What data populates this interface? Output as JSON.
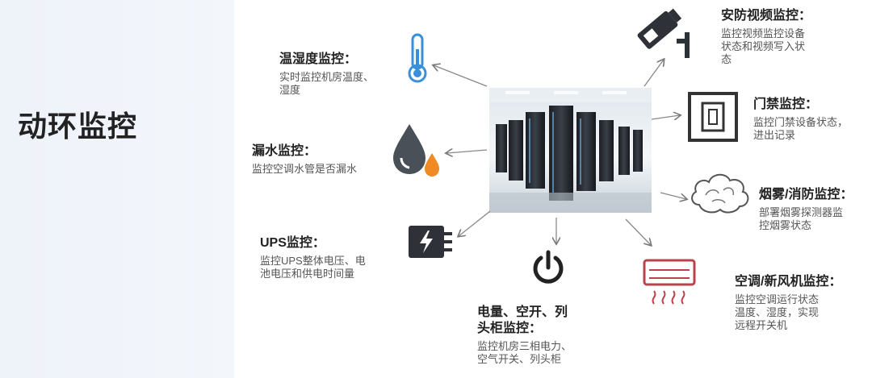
{
  "page": {
    "title": "动环监控"
  },
  "modules": {
    "temperature": {
      "title": "温湿度监控：",
      "desc1": "实时监控机房温度、",
      "desc2": "湿度"
    },
    "water": {
      "title": "漏水监控：",
      "desc1": "监控空调水管是否漏水"
    },
    "ups": {
      "title": "UPS监控：",
      "desc1": "监控UPS整体电压、电",
      "desc2": "池电压和供电时间量"
    },
    "power": {
      "title1": "电量、空开、列",
      "title2": "头柜监控：",
      "desc1": "监控机房三相电力、",
      "desc2": "空气开关、列头柜"
    },
    "security": {
      "title": "安防视频监控：",
      "desc1": "监控视频监控设备",
      "desc2": "状态和视频写入状",
      "desc3": "态"
    },
    "access": {
      "title": "门禁监控：",
      "desc1": "监控门禁设备状态，",
      "desc2": "进出记录"
    },
    "smoke": {
      "title": "烟雾/消防监控：",
      "desc1": "部署烟雾探测器监",
      "desc2": "控烟雾状态"
    },
    "aircon": {
      "title": "空调/新风机监控：",
      "desc1": "监控空调运行状态",
      "desc2": "温度、湿度，实现",
      "desc3": "远程开关机"
    }
  },
  "icons": {
    "thermometer": "thermometer-icon",
    "water_drop": "water-drop-icon",
    "battery": "battery-icon",
    "power": "power-icon",
    "camera": "cctv-camera-icon",
    "door": "door-access-icon",
    "smoke": "smoke-cloud-icon",
    "aircon": "air-conditioner-icon"
  },
  "colors": {
    "accent_blue": "#3a8fd9",
    "accent_orange": "#f08a24",
    "accent_red": "#b8434a",
    "dark": "#333333"
  }
}
